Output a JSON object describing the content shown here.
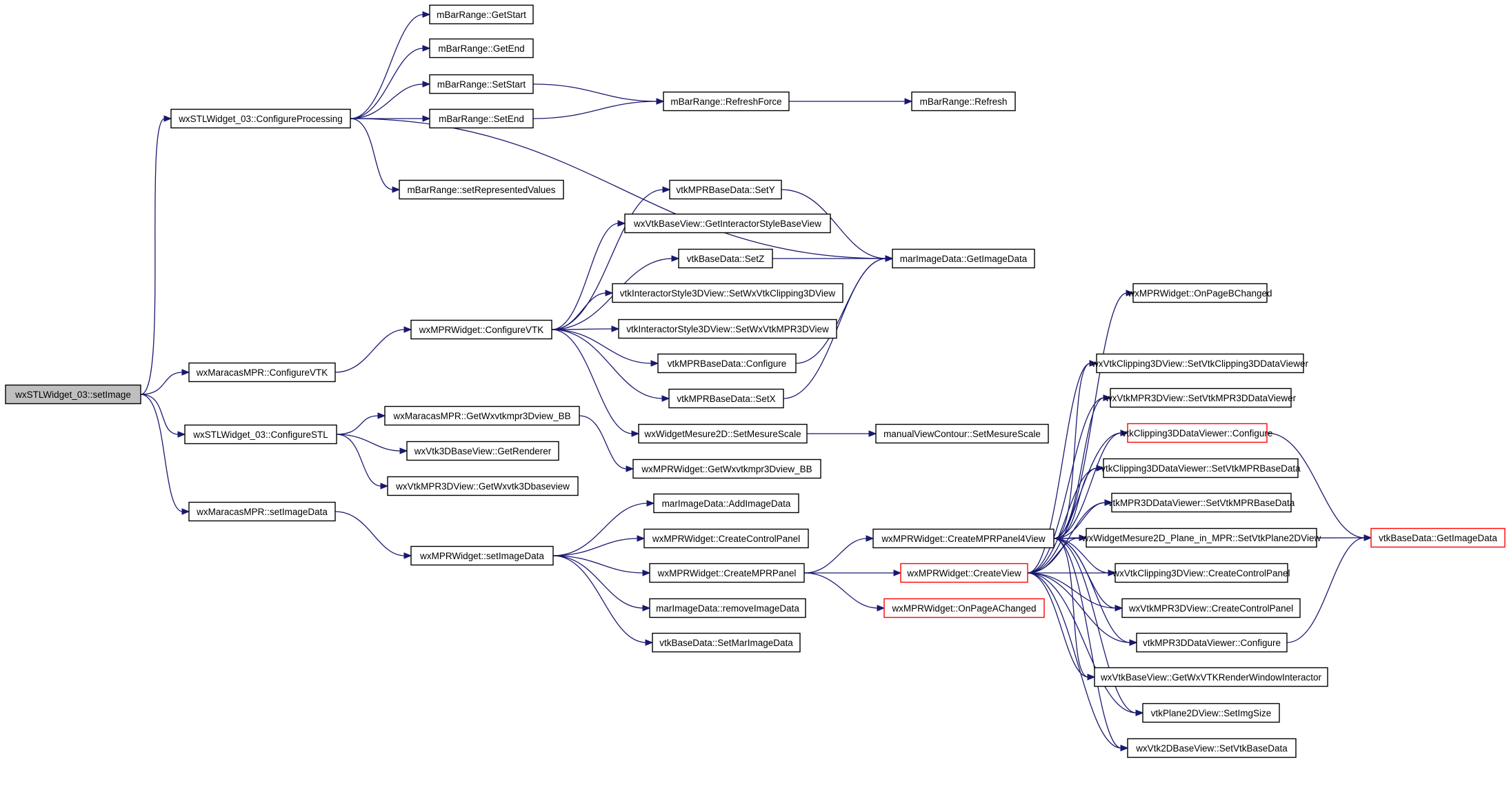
{
  "graph": {
    "colors": {
      "edge": "#191970",
      "border": "#000000",
      "truncated_border": "#ff0000",
      "root_fill": "#bfbfbf",
      "node_fill": "#ffffff"
    },
    "nodes": [
      {
        "id": "n0",
        "label": "wxSTLWidget_03::setImage",
        "root": true
      },
      {
        "id": "n1",
        "label": "wxSTLWidget_03::ConfigureProcessing"
      },
      {
        "id": "n2",
        "label": "wxMaracasMPR::ConfigureVTK"
      },
      {
        "id": "n3",
        "label": "wxSTLWidget_03::ConfigureSTL"
      },
      {
        "id": "n4",
        "label": "wxMaracasMPR::setImageData"
      },
      {
        "id": "n5",
        "label": "mBarRange::GetStart"
      },
      {
        "id": "n6",
        "label": "mBarRange::GetEnd"
      },
      {
        "id": "n7",
        "label": "mBarRange::SetStart"
      },
      {
        "id": "n8",
        "label": "mBarRange::SetEnd"
      },
      {
        "id": "n9",
        "label": "mBarRange::setRepresentedValues"
      },
      {
        "id": "n10",
        "label": "mBarRange::RefreshForce"
      },
      {
        "id": "n11",
        "label": "mBarRange::Refresh"
      },
      {
        "id": "n12",
        "label": "marImageData::GetImageData"
      },
      {
        "id": "n13",
        "label": "wxMPRWidget::ConfigureVTK"
      },
      {
        "id": "n14",
        "label": "vtkMPRBaseData::SetY"
      },
      {
        "id": "n15",
        "label": "wxVtkBaseView::GetInteractorStyleBaseView"
      },
      {
        "id": "n16",
        "label": "vtkBaseData::SetZ"
      },
      {
        "id": "n17",
        "label": "vtkInteractorStyle3DView::SetWxVtkClipping3DView"
      },
      {
        "id": "n18",
        "label": "vtkInteractorStyle3DView::SetWxVtkMPR3DView"
      },
      {
        "id": "n19",
        "label": "vtkMPRBaseData::Configure"
      },
      {
        "id": "n20",
        "label": "vtkMPRBaseData::SetX"
      },
      {
        "id": "n21",
        "label": "wxWidgetMesure2D::SetMesureScale"
      },
      {
        "id": "n22",
        "label": "manualViewContour::SetMesureScale"
      },
      {
        "id": "n23",
        "label": "wxMaracasMPR::GetWxvtkmpr3Dview_BB"
      },
      {
        "id": "n24",
        "label": "wxVtk3DBaseView::GetRenderer"
      },
      {
        "id": "n25",
        "label": "wxVtkMPR3DView::GetWxvtk3Dbaseview"
      },
      {
        "id": "n26",
        "label": "wxMPRWidget::GetWxvtkmpr3Dview_BB"
      },
      {
        "id": "n27",
        "label": "wxMPRWidget::setImageData"
      },
      {
        "id": "n28",
        "label": "marImageData::AddImageData"
      },
      {
        "id": "n29",
        "label": "wxMPRWidget::CreateControlPanel"
      },
      {
        "id": "n30",
        "label": "wxMPRWidget::CreateMPRPanel"
      },
      {
        "id": "n31",
        "label": "marImageData::removeImageData"
      },
      {
        "id": "n32",
        "label": "vtkBaseData::SetMarImageData"
      },
      {
        "id": "n33",
        "label": "wxMPRWidget::CreateMPRPanel4View"
      },
      {
        "id": "n34",
        "label": "wxMPRWidget::CreateView",
        "truncated": true
      },
      {
        "id": "n35",
        "label": "wxMPRWidget::OnPageAChanged",
        "truncated": true
      },
      {
        "id": "n36",
        "label": "wxMPRWidget::OnPageBChanged"
      },
      {
        "id": "n37",
        "label": "wxVtkClipping3DView::SetVtkClipping3DDataViewer"
      },
      {
        "id": "n38",
        "label": "wxVtkMPR3DView::SetVtkMPR3DDataViewer"
      },
      {
        "id": "n39",
        "label": "vtkClipping3DDataViewer::Configure",
        "truncated": true
      },
      {
        "id": "n40",
        "label": "vtkClipping3DDataViewer::SetVtkMPRBaseData"
      },
      {
        "id": "n41",
        "label": "vtkMPR3DDataViewer::SetVtkMPRBaseData"
      },
      {
        "id": "n42",
        "label": "wxWidgetMesure2D_Plane_in_MPR::SetVtkPlane2DView"
      },
      {
        "id": "n43",
        "label": "wxVtkClipping3DView::CreateControlPanel"
      },
      {
        "id": "n44",
        "label": "wxVtkMPR3DView::CreateControlPanel"
      },
      {
        "id": "n45",
        "label": "vtkMPR3DDataViewer::Configure"
      },
      {
        "id": "n46",
        "label": "wxVtkBaseView::GetWxVTKRenderWindowInteractor"
      },
      {
        "id": "n47",
        "label": "vtkPlane2DView::SetImgSize"
      },
      {
        "id": "n48",
        "label": "wxVtk2DBaseView::SetVtkBaseData"
      },
      {
        "id": "n49",
        "label": "vtkBaseData::GetImageData",
        "truncated": true
      }
    ],
    "edges": [
      [
        "n0",
        "n1"
      ],
      [
        "n0",
        "n2"
      ],
      [
        "n0",
        "n3"
      ],
      [
        "n0",
        "n4"
      ],
      [
        "n1",
        "n5"
      ],
      [
        "n1",
        "n6"
      ],
      [
        "n1",
        "n7"
      ],
      [
        "n1",
        "n8"
      ],
      [
        "n1",
        "n12"
      ],
      [
        "n1",
        "n9"
      ],
      [
        "n7",
        "n10"
      ],
      [
        "n8",
        "n10"
      ],
      [
        "n10",
        "n11"
      ],
      [
        "n2",
        "n13"
      ],
      [
        "n13",
        "n14"
      ],
      [
        "n13",
        "n15"
      ],
      [
        "n13",
        "n16"
      ],
      [
        "n13",
        "n17"
      ],
      [
        "n13",
        "n18"
      ],
      [
        "n13",
        "n19"
      ],
      [
        "n13",
        "n20"
      ],
      [
        "n13",
        "n21"
      ],
      [
        "n14",
        "n12"
      ],
      [
        "n16",
        "n12"
      ],
      [
        "n19",
        "n12"
      ],
      [
        "n20",
        "n12"
      ],
      [
        "n21",
        "n22"
      ],
      [
        "n3",
        "n23"
      ],
      [
        "n3",
        "n24"
      ],
      [
        "n3",
        "n25"
      ],
      [
        "n23",
        "n26"
      ],
      [
        "n4",
        "n27"
      ],
      [
        "n27",
        "n28"
      ],
      [
        "n27",
        "n29"
      ],
      [
        "n27",
        "n30"
      ],
      [
        "n27",
        "n31"
      ],
      [
        "n27",
        "n32"
      ],
      [
        "n30",
        "n33"
      ],
      [
        "n30",
        "n34"
      ],
      [
        "n30",
        "n35"
      ],
      [
        "n33",
        "n36"
      ],
      [
        "n33",
        "n37"
      ],
      [
        "n33",
        "n38"
      ],
      [
        "n33",
        "n39"
      ],
      [
        "n33",
        "n40"
      ],
      [
        "n33",
        "n41"
      ],
      [
        "n33",
        "n42"
      ],
      [
        "n33",
        "n43"
      ],
      [
        "n33",
        "n44"
      ],
      [
        "n33",
        "n45"
      ],
      [
        "n33",
        "n46"
      ],
      [
        "n33",
        "n47"
      ],
      [
        "n33",
        "n48"
      ],
      [
        "n33",
        "n49"
      ],
      [
        "n34",
        "n37"
      ],
      [
        "n34",
        "n38"
      ],
      [
        "n34",
        "n39"
      ],
      [
        "n34",
        "n40"
      ],
      [
        "n34",
        "n41"
      ],
      [
        "n34",
        "n42"
      ],
      [
        "n34",
        "n43"
      ],
      [
        "n34",
        "n44"
      ],
      [
        "n34",
        "n45"
      ],
      [
        "n34",
        "n46"
      ],
      [
        "n34",
        "n47"
      ],
      [
        "n34",
        "n48"
      ],
      [
        "n39",
        "n49"
      ],
      [
        "n45",
        "n49"
      ]
    ]
  }
}
